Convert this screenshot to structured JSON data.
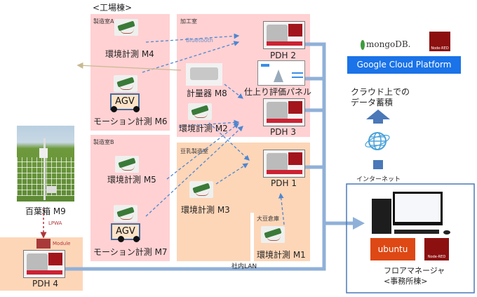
{
  "title": "<工場棟>",
  "rooms": {
    "mfg_a": "製造室A",
    "processing": "加工室",
    "mfg_b": "製造室B",
    "soymilk": "豆乳製造室",
    "soy_storage": "大豆倉庫"
  },
  "devices": {
    "m4": "環境計測 M4",
    "m6": "モーション計測 M6",
    "m8": "計量器 M8",
    "m2": "環境計測 M2",
    "m5": "環境計測 M5",
    "m3": "環境計測 M3",
    "m7": "モーション計測 M7",
    "m1": "環境計測 M1",
    "m9": "百葉箱 M9",
    "agv": "AGV"
  },
  "hubs": {
    "pdh1": "PDH 1",
    "pdh2": "PDH 2",
    "pdh3": "PDH 3",
    "pdh4": "PDH 4",
    "panel": "仕上り評価パネル"
  },
  "links": {
    "bluetooth": "Bluetooth",
    "lpwa": "LPWA",
    "module": "Module",
    "lan": "社内LAN",
    "internet": "インターネット"
  },
  "cloud": {
    "mongodb": "mongoDB.",
    "gcp": "Google Cloud Platform",
    "caption_line1": "クラウド上での",
    "caption_line2": "データ蓄積",
    "nodered": "Node-RED"
  },
  "office": {
    "ubuntu": "ubuntu",
    "nodered": "Node-RED",
    "caption_line1": "フロアマネージャ",
    "caption_line2": "<事務所棟>"
  },
  "colors": {
    "room_pink": "#ffd1d3",
    "room_peach": "#fdd6b8",
    "lan_line": "#8fb0d8",
    "dashed_arrow": "#4f86d0",
    "gcp_blue": "#1a73e8",
    "ubuntu_orange": "#dd4814",
    "nodered_red": "#8c1010"
  }
}
